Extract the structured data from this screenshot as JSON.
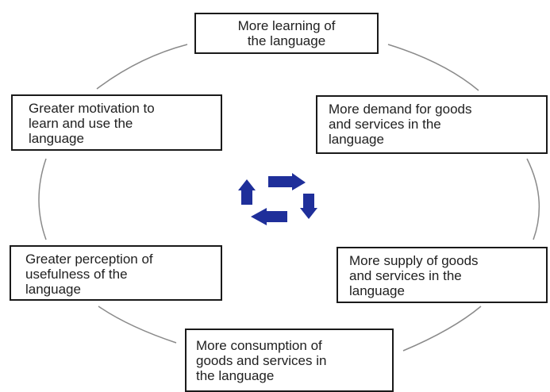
{
  "diagram": {
    "nodes": {
      "top": "More learning of\nthe language",
      "upper_right": "More demand for goods\nand services in the\nlanguage",
      "lower_right": "More supply of goods\nand services in the\nlanguage",
      "bottom": "More consumption of\ngoods and services in\nthe language",
      "lower_left": "Greater perception of\nusefulness of the\nlanguage",
      "upper_left": "Greater motivation to\nlearn and use the\nlanguage"
    },
    "center_icon": "circular-cycle-arrows-icon",
    "colors": {
      "icon": "#1f2f9a",
      "connector": "#8a8a8a",
      "box_border": "#1a1a1a"
    }
  }
}
